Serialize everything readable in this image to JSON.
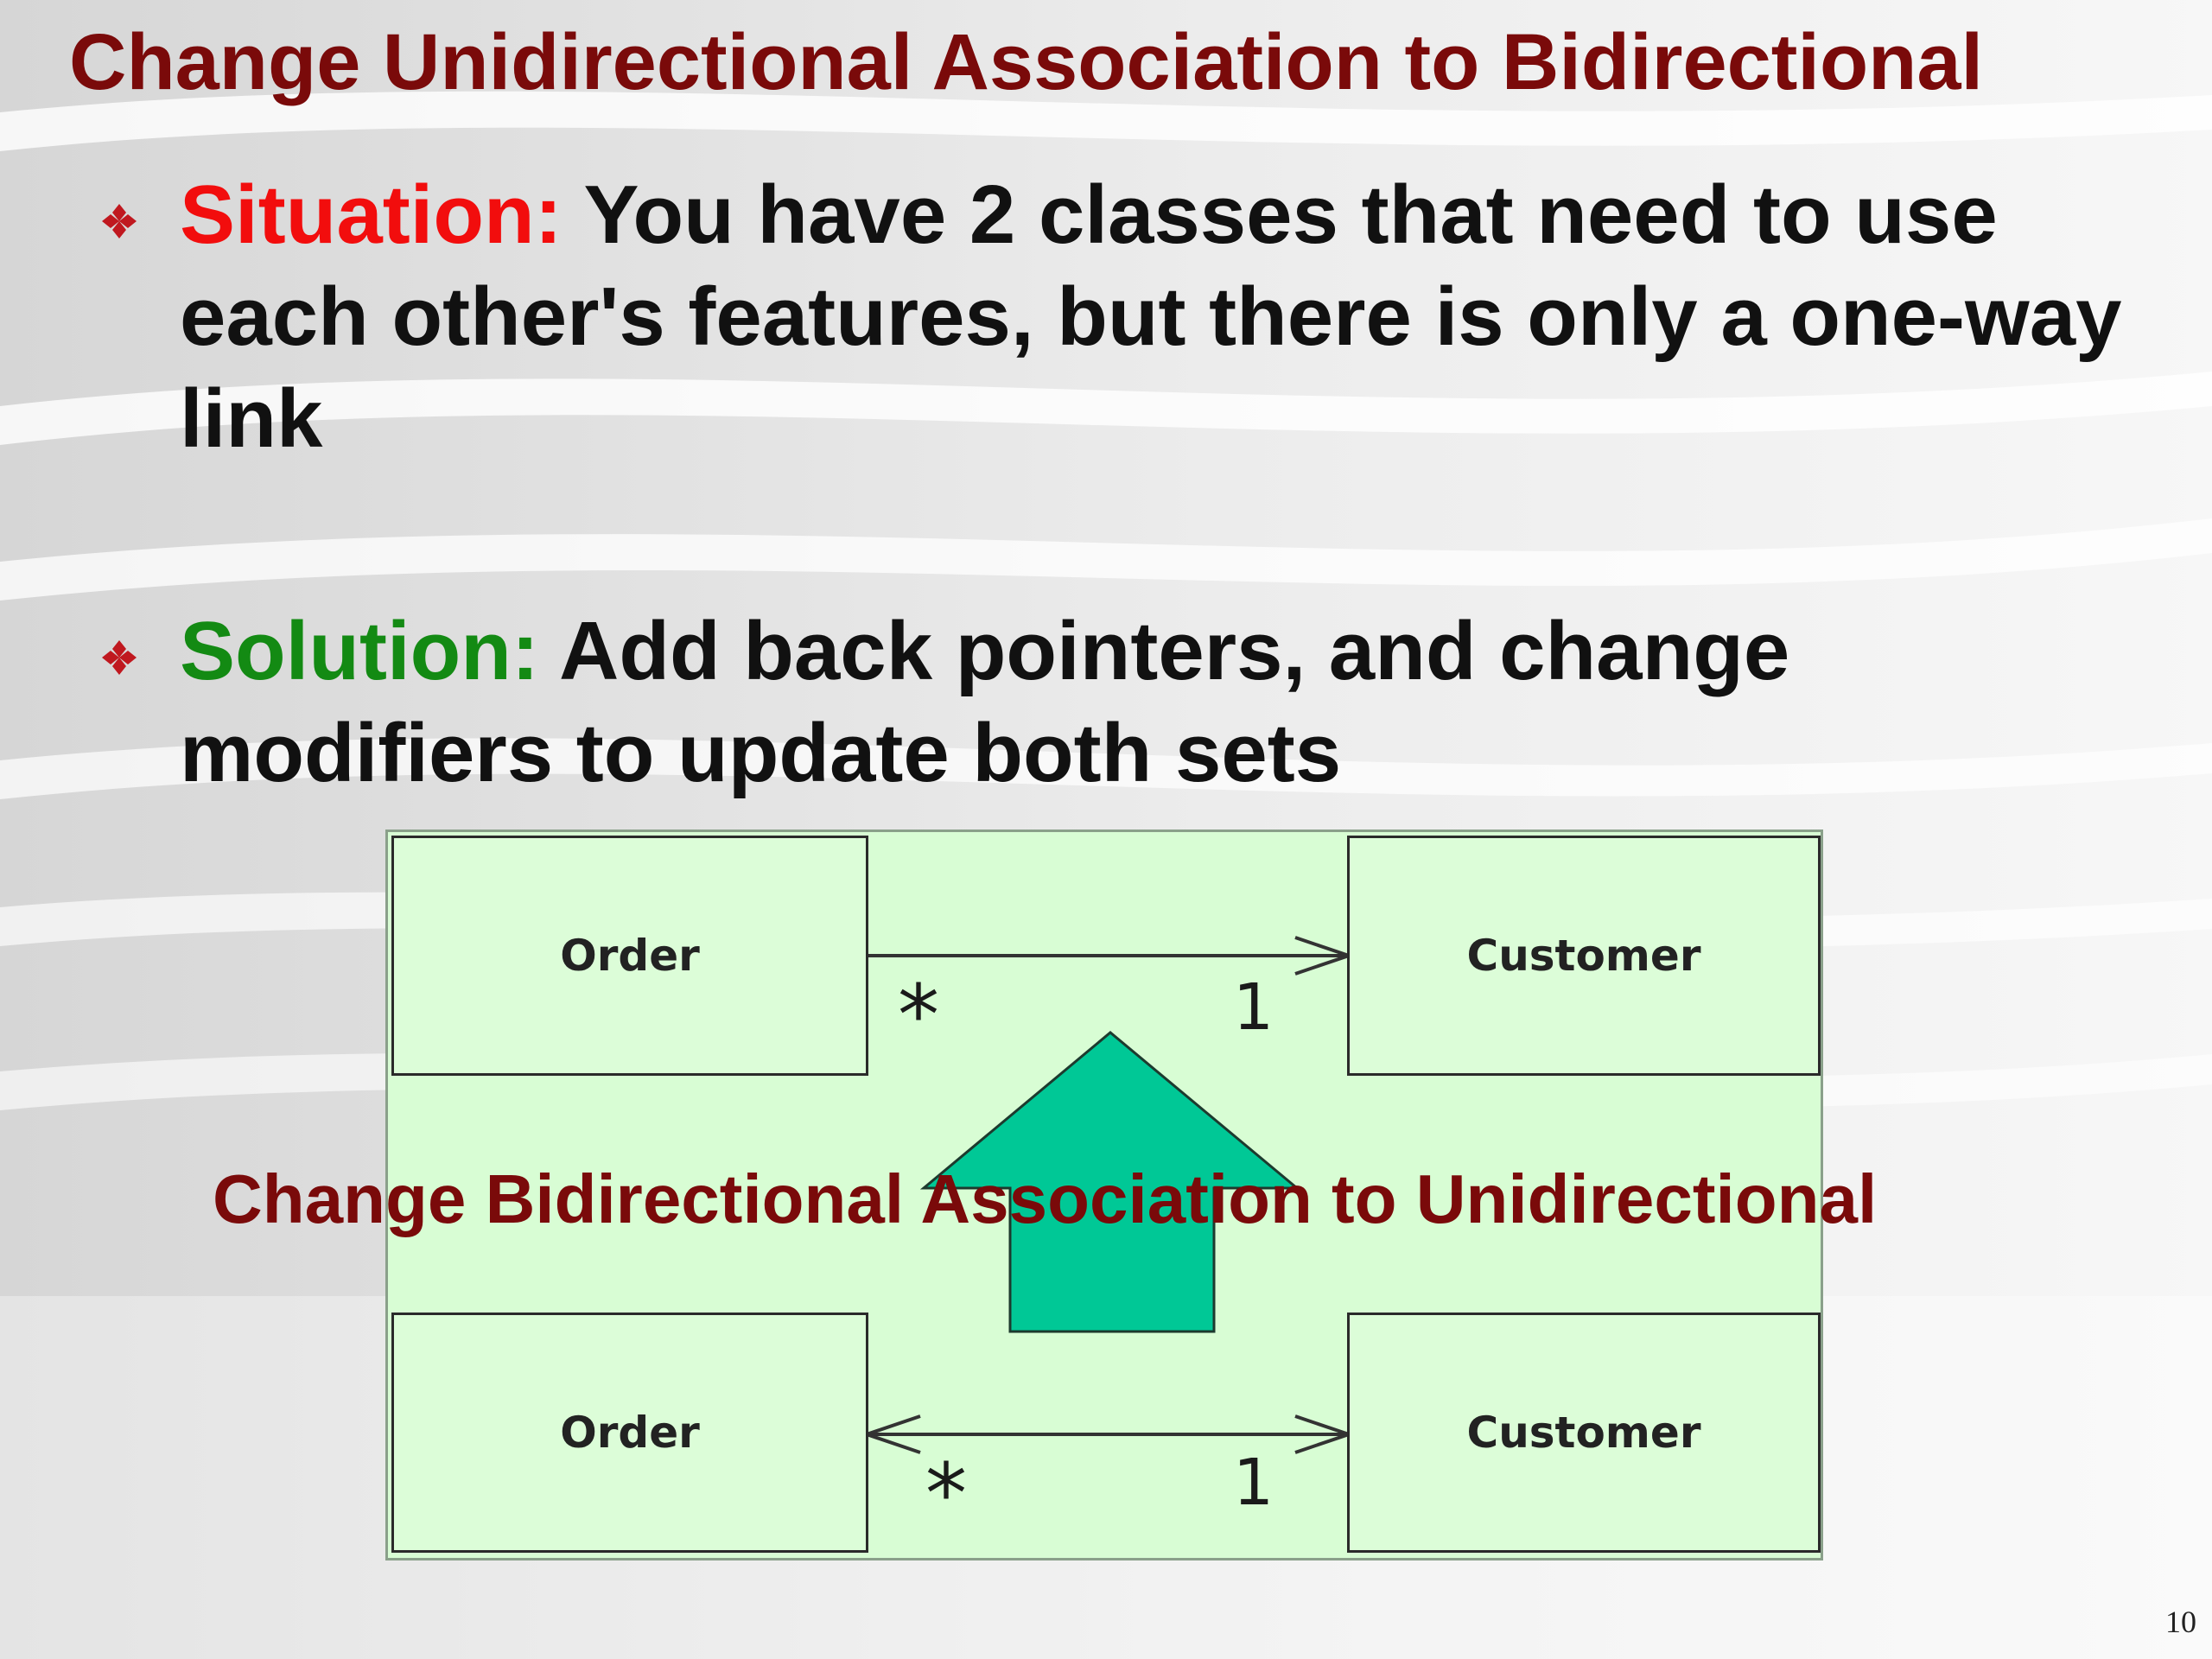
{
  "slide": {
    "title": "Change Unidirectional Association to Bidirectional",
    "page_number": "10"
  },
  "bullets": [
    {
      "label": "Situation:",
      "text": " You have 2 classes that need to use each other's features, but there is only a one-way link",
      "label_color": "#f20d0d"
    },
    {
      "label": "Solution:",
      "text": " Add back pointers, and change modifiers to update both sets",
      "label_color": "#138a13"
    }
  ],
  "diagram": {
    "top": {
      "left_class": "Order",
      "right_class": "Customer",
      "left_multiplicity": "*",
      "right_multiplicity": "1",
      "navigability": "unidirectional"
    },
    "bottom": {
      "left_class": "Order",
      "right_class": "Customer",
      "left_multiplicity": "*",
      "right_multiplicity": "1",
      "navigability": "bidirectional"
    },
    "arrow_color": "#00c896",
    "arrow_direction": "up",
    "overlay_caption": "Change Bidirectional Association to Unidirectional"
  },
  "icons": {
    "bullet_marker": "diamond-bullet-icon",
    "refactor_arrow": "up-arrow-icon"
  }
}
